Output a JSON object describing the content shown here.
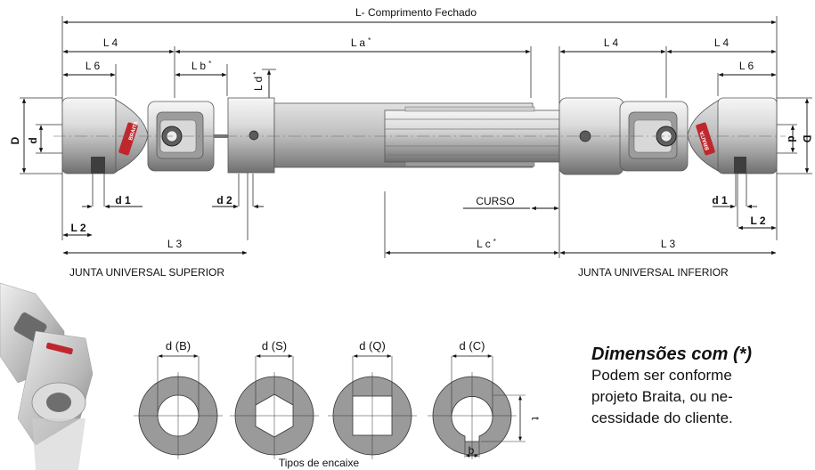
{
  "diagram": {
    "overall_length_label": "L- Comprimento Fechado",
    "labels": {
      "L4_left": "L 4",
      "La": "L a",
      "L4_right_a": "L 4",
      "L4_right_b": "L 4",
      "L6_left": "L 6",
      "Lb": "L b",
      "Ld": "L d",
      "L6_right": "L 6",
      "D_left": "D",
      "d_left": "d",
      "d_right": "d",
      "D_right": "D",
      "d1_left": "d 1",
      "d2": "d 2",
      "curso": "CURSO",
      "d1_right": "d 1",
      "L2_left": "L 2",
      "L2_right": "L 2",
      "L3_left": "L 3",
      "Lc": "L c",
      "L3_right": "L 3",
      "star": "*"
    },
    "joint_upper": "JUNTA UNIVERSAL SUPERIOR",
    "joint_lower": "JUNTA UNIVERSAL INFERIOR",
    "brand": "BRAITA"
  },
  "sections": {
    "items": [
      {
        "label": "d (B)"
      },
      {
        "label": "d (S)"
      },
      {
        "label": "d (Q)"
      },
      {
        "label": "d (C)"
      }
    ],
    "t_label": "t",
    "b_label": "b",
    "caption": "Tipos de encaixe"
  },
  "note": {
    "title": "Dimensões com (*)",
    "lines": [
      "Podem ser conforme",
      "projeto Braita, ou ne-",
      "cessidade do cliente."
    ]
  },
  "colors": {
    "steel_light": "#e6e6e6",
    "steel_dark": "#8a8a8a",
    "section_fill": "#9a9a9a",
    "brand_red": "#c0272d"
  }
}
